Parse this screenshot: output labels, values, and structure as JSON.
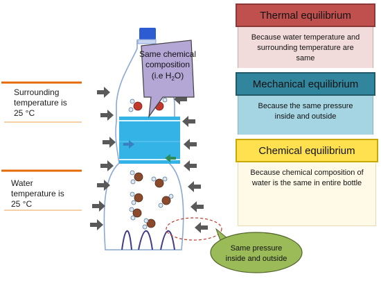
{
  "left_labels": {
    "surrounding": [
      "Surrounding",
      "temperature is",
      "25 °C"
    ],
    "water": [
      "Water",
      "temperature is",
      "25 °C"
    ]
  },
  "callout_composition": {
    "line1": "Same chemical",
    "line2": "composition",
    "line3_prefix": "(i.e H",
    "line3_sub": "2",
    "line3_suffix": "O)"
  },
  "callout_pressure": [
    "Same pressure",
    "inside and outside"
  ],
  "panels": [
    {
      "title": "Thermal equilibrium",
      "body": [
        "Because water temperature and",
        "surrounding temperature are",
        "same"
      ]
    },
    {
      "title": "Mechanical equilibrium",
      "body": [
        "Because the same pressure",
        "inside and outside"
      ]
    },
    {
      "title": "Chemical equilibrium",
      "body": [
        "Because chemical composition of",
        "water is the same in entire bottle"
      ]
    }
  ],
  "colors": {
    "thermal_head": "#c0504d",
    "thermal_body": "#f2dcdb",
    "mechanical_head": "#31859c",
    "mechanical_body": "#a5d5e2",
    "chemical_head": "#ffe14f",
    "chemical_body": "#fffae8",
    "callout_composition": "#b4a7d6",
    "callout_pressure": "#9bbb59",
    "water_band": "#33b3e6",
    "arrow": "#595959",
    "accent_line": "#e36c09"
  }
}
